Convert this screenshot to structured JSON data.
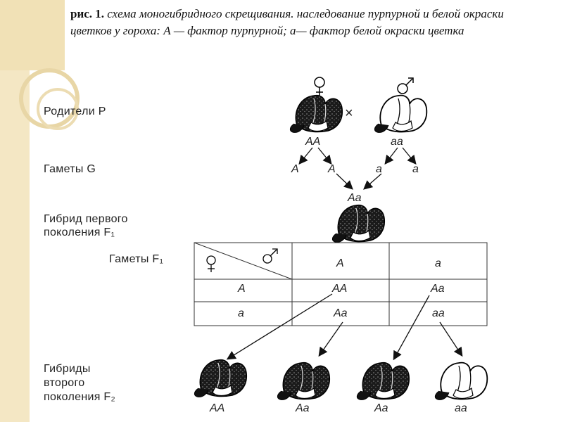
{
  "caption": {
    "lead": "рис. 1.",
    "body": " схема моногибридного скрещивания. наследование пурпурной и белой окраски цветков у гороха: А — фактор пурпурной; а— фактор белой окраски цветка"
  },
  "rows": {
    "parents": "Родители P",
    "gametes": "Гаметы G",
    "hybrid1_line1": "Гибрид первого",
    "hybrid1_line2": "поколения F₁",
    "gametes_f1": "Гаметы F₁",
    "hybrid2_line1": "Гибриды",
    "hybrid2_line2": "второго",
    "hybrid2_line3": "поколения F₂"
  },
  "symbols": {
    "female": "♀",
    "male": "♂",
    "cross": "×"
  },
  "genotypes": {
    "parent_female": "AA",
    "parent_male": "aa",
    "gamete_1": "A",
    "gamete_2": "A",
    "gamete_3": "a",
    "gamete_4": "a",
    "f1": "Aa",
    "f2_1": "AA",
    "f2_2": "Aa",
    "f2_3": "Aa",
    "f2_4": "aa"
  },
  "punnett": {
    "col_headers": [
      "A",
      "a"
    ],
    "row_headers": [
      "A",
      "a"
    ],
    "cells": [
      [
        "AA",
        "Aa"
      ],
      [
        "Aa",
        "aa"
      ]
    ]
  },
  "flower_colors": {
    "purple": "#1a1a1a",
    "white": "#ffffff"
  }
}
